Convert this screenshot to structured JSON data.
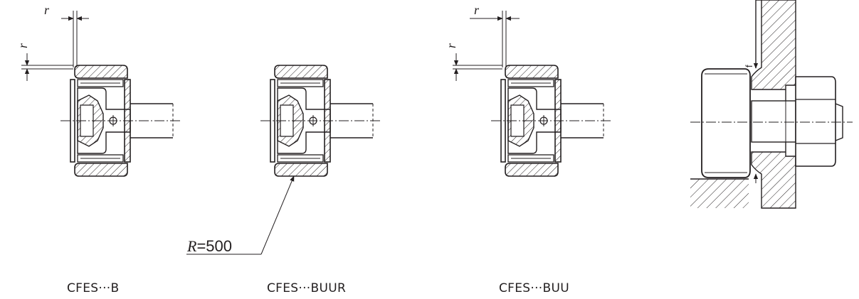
{
  "captions": {
    "b_type": "CFES···B",
    "buur_type": "CFES···BUUR",
    "buu_type": "CFES···BUU"
  },
  "labels": {
    "radius_symbol": "r",
    "crown_radius_symbol": "R",
    "crown_radius_value": "=500",
    "fillet_symbol": "f"
  },
  "colors": {
    "ink": "#231f20",
    "background": "#ffffff"
  }
}
